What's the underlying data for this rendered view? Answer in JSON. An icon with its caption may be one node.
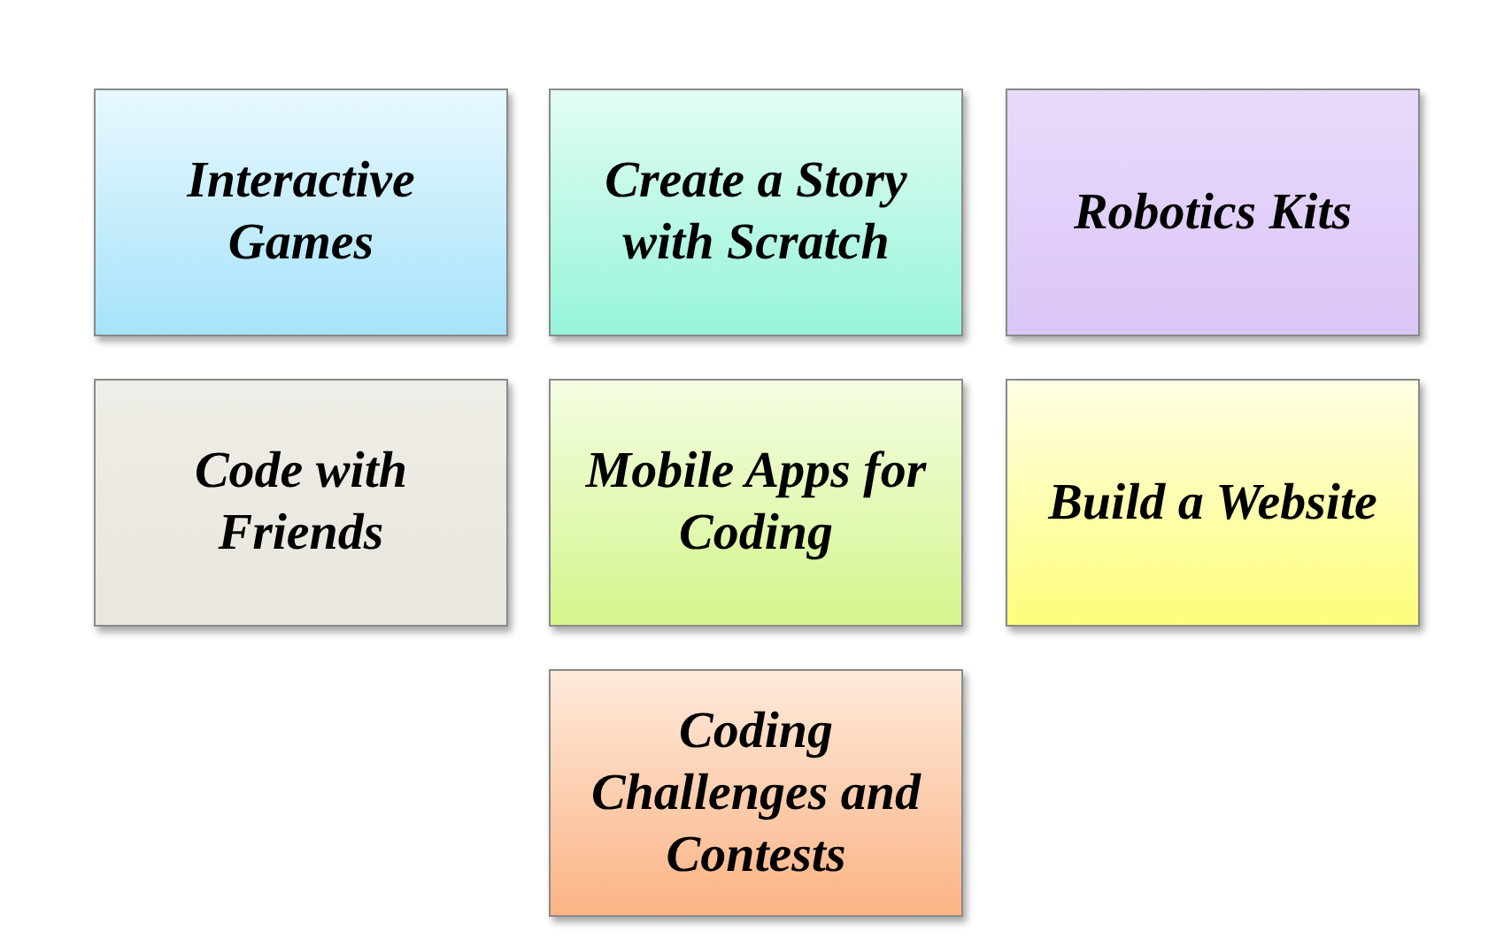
{
  "diagram": {
    "nodes": [
      {
        "text": [
          "Interactive Games"
        ]
      },
      {
        "text": [
          "Create a Story with Scratch"
        ]
      },
      {
        "text": [
          "Robotics Kits"
        ]
      },
      {
        "text": [
          "Code with Friends"
        ]
      },
      {
        "text": [
          "Mobile Apps for Coding"
        ]
      },
      {
        "text": [
          "Build a Website"
        ]
      },
      {
        "text": [
          "Coding Challenges and Contests"
        ]
      }
    ]
  }
}
